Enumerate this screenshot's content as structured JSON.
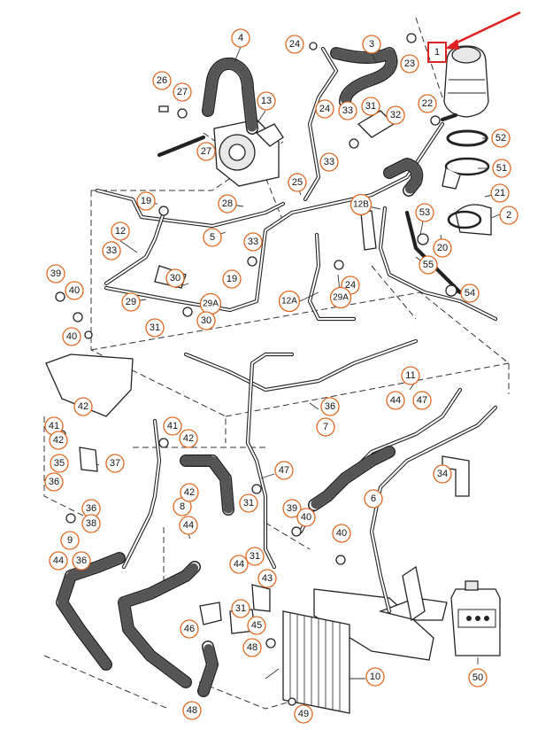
{
  "callouts": [
    {
      "id": "c1",
      "label": "1"
    },
    {
      "id": "c2",
      "label": "2"
    },
    {
      "id": "c3",
      "label": "3"
    },
    {
      "id": "c4",
      "label": "4"
    },
    {
      "id": "c5",
      "label": "5"
    },
    {
      "id": "c6",
      "label": "6"
    },
    {
      "id": "c7",
      "label": "7"
    },
    {
      "id": "c8",
      "label": "8"
    },
    {
      "id": "c9",
      "label": "9"
    },
    {
      "id": "c10",
      "label": "10"
    },
    {
      "id": "c11",
      "label": "11"
    },
    {
      "id": "c12",
      "label": "12"
    },
    {
      "id": "c12a",
      "label": "12A"
    },
    {
      "id": "c12b",
      "label": "12B"
    },
    {
      "id": "c13",
      "label": "13"
    },
    {
      "id": "c19a",
      "label": "19"
    },
    {
      "id": "c19b",
      "label": "19"
    },
    {
      "id": "c20",
      "label": "20"
    },
    {
      "id": "c21",
      "label": "21"
    },
    {
      "id": "c22",
      "label": "22"
    },
    {
      "id": "c23",
      "label": "23"
    },
    {
      "id": "c24a",
      "label": "24"
    },
    {
      "id": "c24b",
      "label": "24"
    },
    {
      "id": "c24c",
      "label": "24"
    },
    {
      "id": "c25",
      "label": "25"
    },
    {
      "id": "c26",
      "label": "26"
    },
    {
      "id": "c27a",
      "label": "27"
    },
    {
      "id": "c27b",
      "label": "27"
    },
    {
      "id": "c28",
      "label": "28"
    },
    {
      "id": "c29",
      "label": "29"
    },
    {
      "id": "c29a1",
      "label": "29A"
    },
    {
      "id": "c29a2",
      "label": "29A"
    },
    {
      "id": "c30a",
      "label": "30"
    },
    {
      "id": "c30b",
      "label": "30"
    },
    {
      "id": "c31a",
      "label": "31"
    },
    {
      "id": "c31b",
      "label": "31"
    },
    {
      "id": "c31c",
      "label": "31"
    },
    {
      "id": "c31d",
      "label": "31"
    },
    {
      "id": "c31e",
      "label": "31"
    },
    {
      "id": "c32",
      "label": "32"
    },
    {
      "id": "c33a",
      "label": "33"
    },
    {
      "id": "c33b",
      "label": "33"
    },
    {
      "id": "c33c",
      "label": "33"
    },
    {
      "id": "c33d",
      "label": "33"
    },
    {
      "id": "c34",
      "label": "34"
    },
    {
      "id": "c35",
      "label": "35"
    },
    {
      "id": "c36a",
      "label": "36"
    },
    {
      "id": "c36b",
      "label": "36"
    },
    {
      "id": "c36c",
      "label": "36"
    },
    {
      "id": "c36d",
      "label": "36"
    },
    {
      "id": "c37",
      "label": "37"
    },
    {
      "id": "c38",
      "label": "38"
    },
    {
      "id": "c39a",
      "label": "39"
    },
    {
      "id": "c39b",
      "label": "39"
    },
    {
      "id": "c40a",
      "label": "40"
    },
    {
      "id": "c40b",
      "label": "40"
    },
    {
      "id": "c40c",
      "label": "40"
    },
    {
      "id": "c40d",
      "label": "40"
    },
    {
      "id": "c41a",
      "label": "41"
    },
    {
      "id": "c41b",
      "label": "41"
    },
    {
      "id": "c42a",
      "label": "42"
    },
    {
      "id": "c42b",
      "label": "42"
    },
    {
      "id": "c42c",
      "label": "42"
    },
    {
      "id": "c42d",
      "label": "42"
    },
    {
      "id": "c43",
      "label": "43"
    },
    {
      "id": "c44a",
      "label": "44"
    },
    {
      "id": "c44b",
      "label": "44"
    },
    {
      "id": "c44c",
      "label": "44"
    },
    {
      "id": "c44d",
      "label": "44"
    },
    {
      "id": "c45",
      "label": "45"
    },
    {
      "id": "c46",
      "label": "46"
    },
    {
      "id": "c47a",
      "label": "47"
    },
    {
      "id": "c47b",
      "label": "47"
    },
    {
      "id": "c48a",
      "label": "48"
    },
    {
      "id": "c48b",
      "label": "48"
    },
    {
      "id": "c49",
      "label": "49"
    },
    {
      "id": "c50",
      "label": "50"
    },
    {
      "id": "c51",
      "label": "51"
    },
    {
      "id": "c52",
      "label": "52"
    },
    {
      "id": "c53",
      "label": "53"
    },
    {
      "id": "c54",
      "label": "54"
    },
    {
      "id": "c55",
      "label": "55"
    }
  ],
  "highlight": {
    "label": "1",
    "color": "#e02020"
  },
  "colors": {
    "callout_ring": "#e0671f",
    "line": "#222222",
    "arrow": "#e02020"
  }
}
